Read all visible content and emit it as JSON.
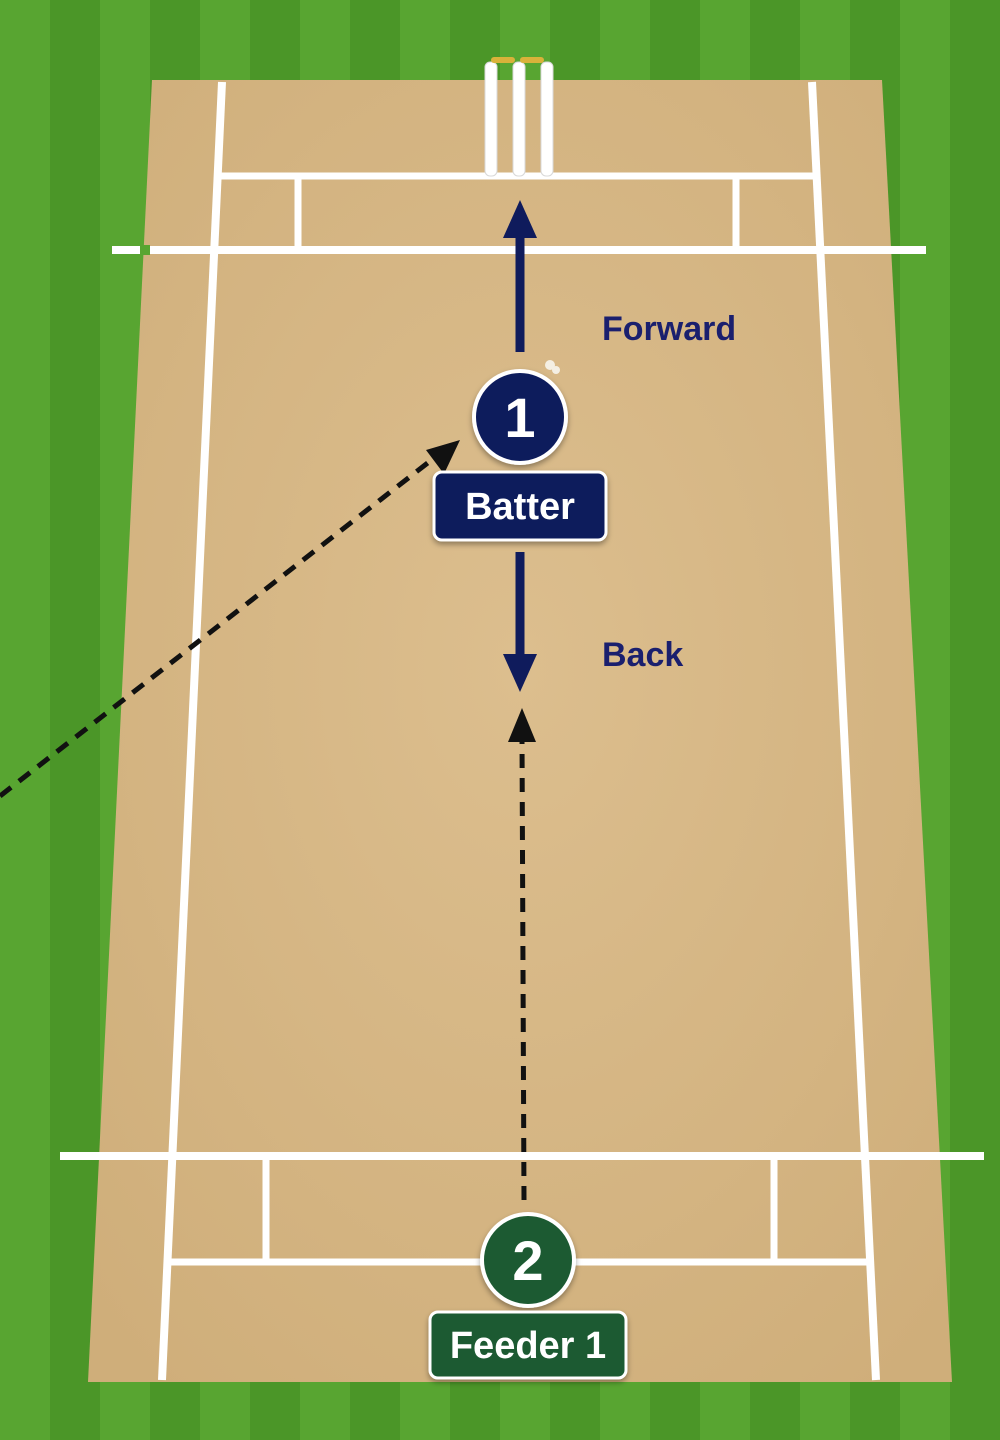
{
  "players": {
    "batter": {
      "number": "1",
      "label": "Batter"
    },
    "feeder": {
      "number": "2",
      "label": "Feeder 1"
    }
  },
  "directions": {
    "forward": "Forward",
    "back": "Back"
  },
  "colors": {
    "grass_light": "#5aa832",
    "grass_dark": "#4a9427",
    "pitch": "#d9b886",
    "crease_line": "#ffffff",
    "batter": "#0f1b5c",
    "feeder": "#1d5a32",
    "direction_text": "#1a1f6e",
    "path_line": "#111111"
  }
}
